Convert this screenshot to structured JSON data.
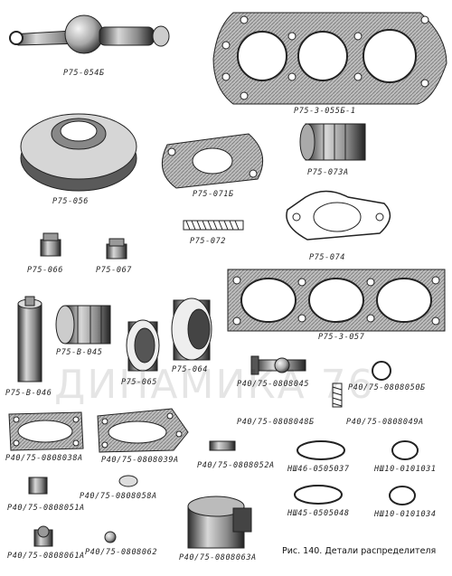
{
  "labels": {
    "p054b": "Р75-054Б",
    "p3_055b1": "Р75-3-055Б-1",
    "p056": "Р75-056",
    "p071b": "Р75-071Б",
    "p073a": "Р75-073А",
    "p072": "Р75-072",
    "p074": "Р75-074",
    "p066": "Р75-066",
    "p067": "Р75-067",
    "p3_057": "Р75-3-057",
    "pb045": "Р75-В-045",
    "pb046": "Р75-В-046",
    "p065": "Р75-065",
    "p064": "Р75-064",
    "p0808045": "Р40/75-0808045",
    "p0808050b": "Р40/75-0808050Б",
    "p0808048b": "Р40/75-0808048Б",
    "p0808049a": "Р40/75-0808049А",
    "p0808038a": "Р40/75-0808038А",
    "p0808039a": "Р40/75-0808039А",
    "p0808052a": "Р40/75-0808052А",
    "nsh46": "НШ46-0505037",
    "nsh10a": "НШ10-0101031",
    "p0808051a": "Р40/75-0808051А",
    "p0808058a": "Р40/75-0808058А",
    "nsh45": "НШ45-0505048",
    "nsh10b": "НШ10-0101034",
    "p0808061a": "Р40/75-0808061А",
    "p0808062": "Р40/75-0808062",
    "p0808063a": "Р40/75-0808063А"
  },
  "caption": "Рис. 140. Детали распределителя",
  "watermark": "ДИНАМИКА 76"
}
